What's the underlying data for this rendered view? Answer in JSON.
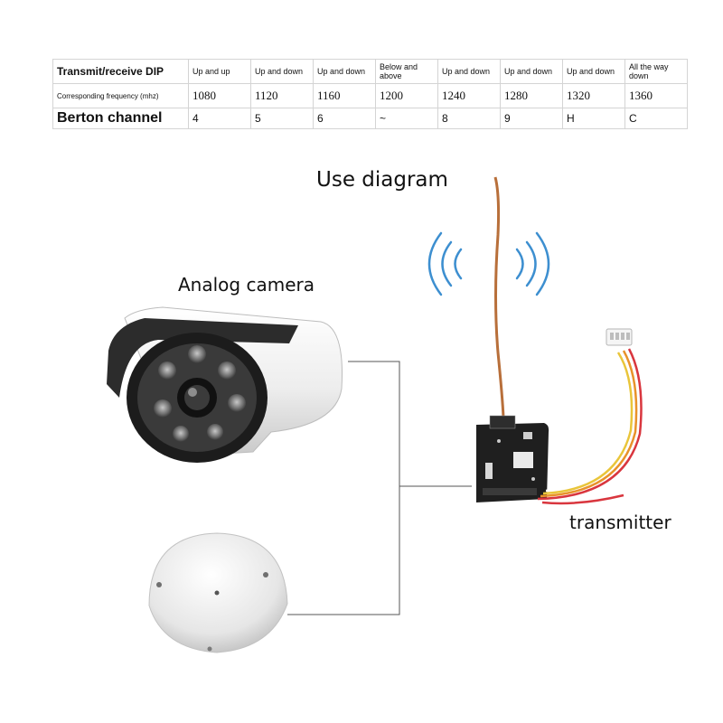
{
  "table": {
    "rows": [
      {
        "header": "Transmit/receive DIP",
        "cells": [
          "Up and up",
          "Up and down",
          "Up and down",
          "Below and above",
          "Up and down",
          "Up and down",
          "Up and down",
          "All the way down"
        ]
      },
      {
        "header": "Corresponding frequency (mhz)",
        "cells": [
          "1080",
          "1120",
          "1160",
          "1200",
          "1240",
          "1280",
          "1320",
          "1360"
        ]
      },
      {
        "header": "Berton channel",
        "cells": [
          "4",
          "5",
          "6",
          "~",
          "8",
          "9",
          "H",
          "C"
        ]
      }
    ]
  },
  "diagram": {
    "title": "Use diagram",
    "camera_label": "Analog camera",
    "transmitter_label": "transmitter",
    "colors": {
      "signal_waves": "#3d8fd0",
      "antenna": "#b86f3a",
      "board": "#1f1f1f",
      "wire_red": "#d9363e",
      "wire_orange": "#e8922a",
      "wire_yellow": "#e9c53a",
      "camera_body": "#f2f2f2",
      "connector_line": "#555555"
    },
    "icons": [
      "bullet-camera-icon",
      "dome-camera-icon",
      "wireless-signal-icon",
      "antenna-icon",
      "transmitter-board-icon"
    ]
  }
}
